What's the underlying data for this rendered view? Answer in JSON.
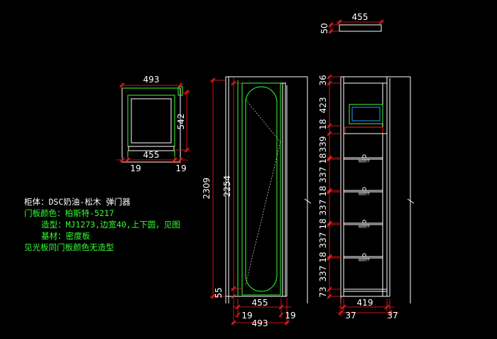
{
  "notes": {
    "cabinet": "柜体：DSC奶油-松木   弹门器",
    "door_color": "门板颜色：柏斯特-5217",
    "shape": "造型：MJ1273,边宽40,上下圆，见图",
    "base": "基材：密度板",
    "side_panel": "见光板同门板颜色无造型"
  },
  "dims": {
    "top_455": "455",
    "top_50": "50",
    "plan_493": "493",
    "plan_542": "542",
    "plan_455": "455",
    "plan_19_left": "19",
    "plan_19_right": "19",
    "front_2309": "2309",
    "front_2254": "2254",
    "front_55": "55",
    "front_455": "455",
    "front_19_left": "19",
    "front_19_right": "19",
    "front_493": "493",
    "int_36": "36",
    "int_423": "423",
    "int_18_a": "18",
    "int_339": "339",
    "int_18_b": "18",
    "int_337_a": "337",
    "int_18_c": "18",
    "int_337_b": "337",
    "int_18_d": "18",
    "int_337_c": "337",
    "int_18_e": "18",
    "int_337_d": "337",
    "int_73": "73",
    "int_419": "419",
    "int_37_left": "37",
    "int_37_right": "37"
  },
  "drawer_label": "抽屉把手"
}
